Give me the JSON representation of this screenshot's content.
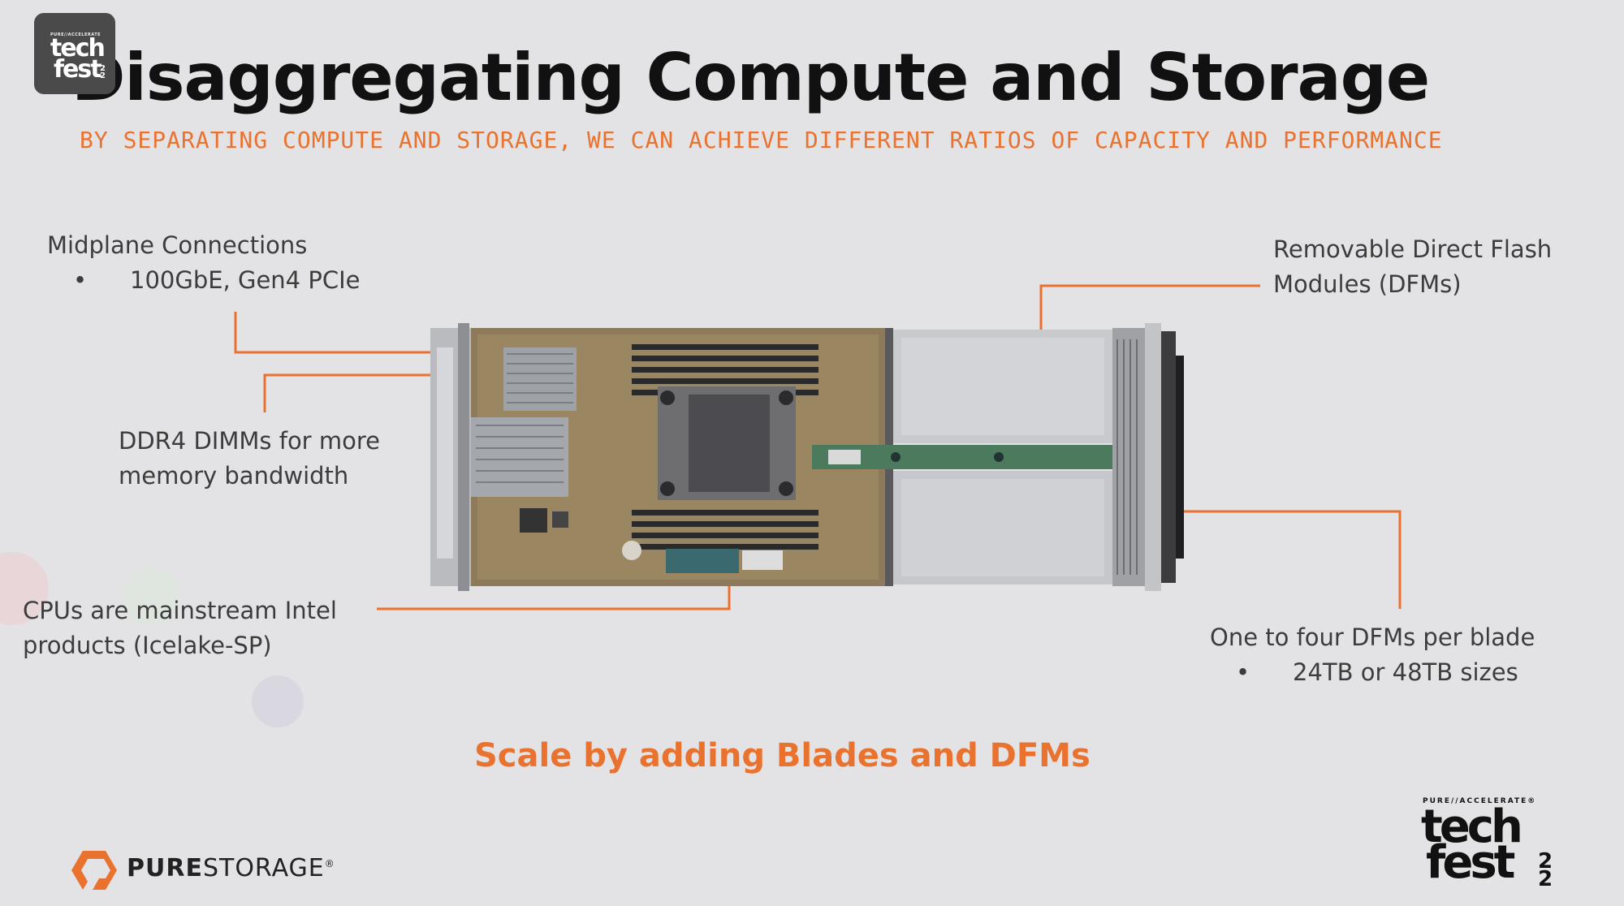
{
  "slide": {
    "title": "Disaggregating Compute and Storage",
    "subtitle": "BY SEPARATING COMPUTE AND STORAGE, WE CAN ACHIEVE DIFFERENT RATIOS OF CAPACITY AND PERFORMANCE",
    "tagline": "Scale by adding Blades and DFMs"
  },
  "callouts": {
    "midplane": {
      "heading": "Midplane Connections",
      "bullet": "100GbE, Gen4 PCIe"
    },
    "ddr4": {
      "line1": "DDR4 DIMMs for more",
      "line2": "memory bandwidth"
    },
    "cpus": {
      "line1": "CPUs are mainstream Intel",
      "line2": "products (Icelake-SP)"
    },
    "removable": {
      "line1": "Removable Direct Flash",
      "line2": "Modules (DFMs)"
    },
    "dfm_count": {
      "heading": "One to four DFMs per blade",
      "bullet": "24TB or 48TB sizes"
    }
  },
  "branding": {
    "badge": {
      "top": "PURE//ACCELERATE",
      "line1": "tech",
      "line2": "fest",
      "year": "22"
    },
    "logo": {
      "bold": "PURE",
      "normal": "STORAGE",
      "mark": "®"
    },
    "techfest": {
      "top": "PURE//ACCELERATE®",
      "line1": "tech",
      "line2": "fest",
      "year": "22"
    }
  },
  "colors": {
    "accent": "#e9722f",
    "title": "#111111",
    "background": "#e3e3e5",
    "body_text": "#3c3c3c"
  },
  "icons": {
    "bullet": "•",
    "logo_mark": "purestorage-hexagon-icon"
  }
}
